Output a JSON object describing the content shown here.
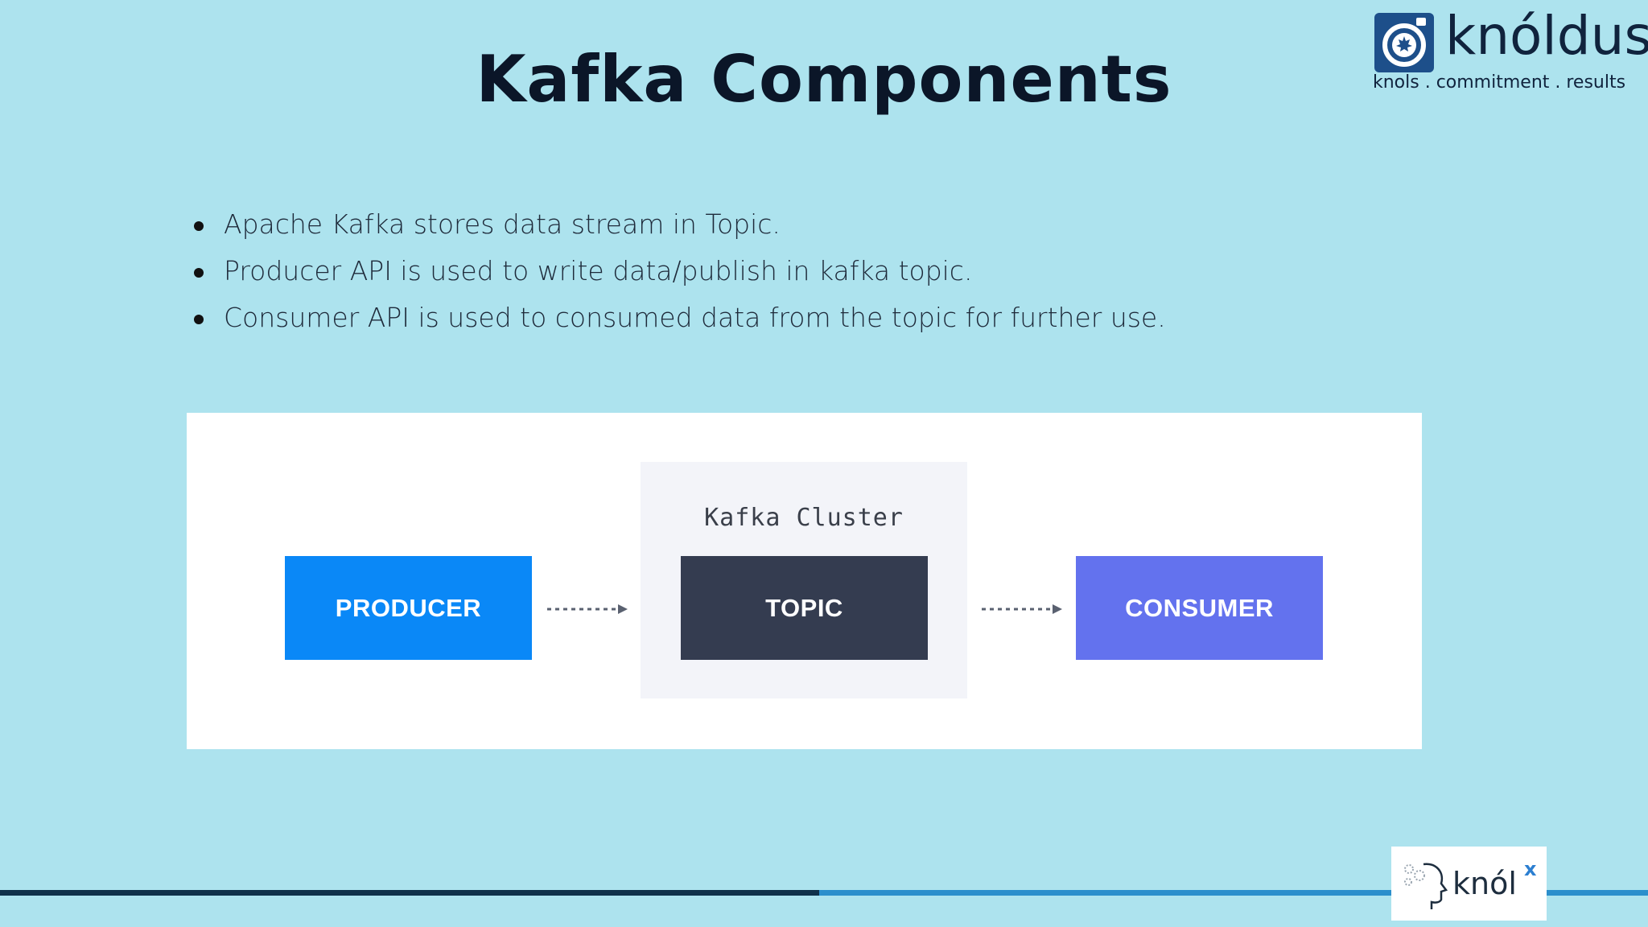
{
  "slide": {
    "title": "Kafka Components"
  },
  "logo": {
    "wordmark": "knóldus",
    "tagline": "knols . commitment . results",
    "icon": "maple-leaf-camera-icon",
    "brand_color": "#1d4f8a"
  },
  "bullets": [
    "Apache Kafka stores data stream in Topic.",
    "Producer API is used to write data/publish in kafka topic.",
    "Consumer API is used to consumed data from the topic for further use."
  ],
  "diagram": {
    "cluster_label": "Kafka Cluster",
    "producer_label": "PRODUCER",
    "topic_label": "TOPIC",
    "consumer_label": "CONSUMER",
    "colors": {
      "producer": "#0a88f7",
      "topic": "#343c50",
      "consumer": "#6372ee",
      "cluster_bg": "#f3f4f9"
    }
  },
  "footer": {
    "knolx_word": "knól",
    "knolx_sup": "x",
    "bar_colors": [
      "#10314a",
      "#2b8fcc"
    ]
  },
  "background_color": "#ade3ee"
}
